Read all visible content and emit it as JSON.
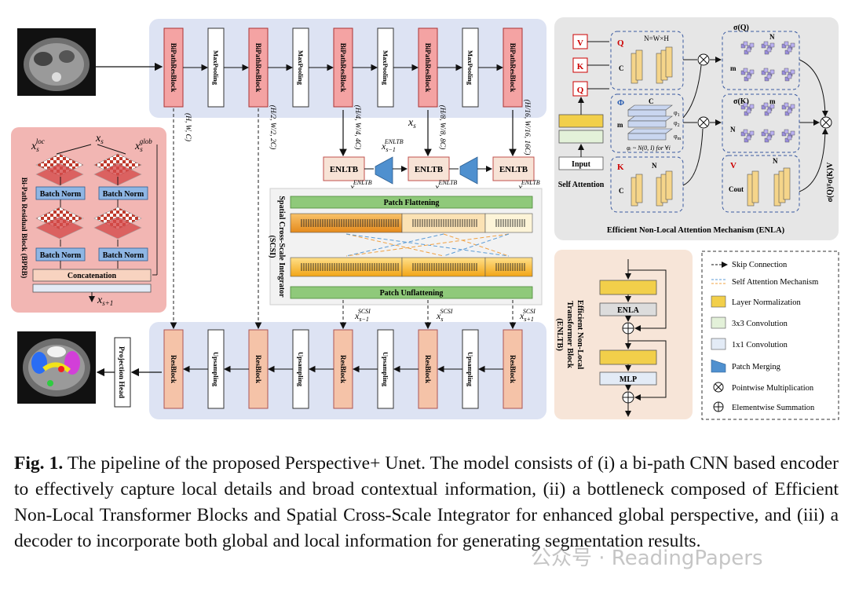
{
  "encoder": {
    "blocks": [
      "BiPathResBlock",
      "MaxPooling",
      "BiPathResBlock",
      "MaxPooling",
      "BiPathResBlock",
      "MaxPooling",
      "BiPathResBlock",
      "MaxPooling",
      "BiPathResBlock"
    ],
    "dims": [
      "(H, W, C)",
      "(H/2, W/2, 2C)",
      "(H/4, W/4, 4C)",
      "(H/8, W/8, 8C)",
      "(H/16, W/16, 16C)"
    ]
  },
  "decoder": {
    "blocks": [
      "ResBlock",
      "Upsampling",
      "ResBlock",
      "Upsampling",
      "ResBlock",
      "Upsampling",
      "ResBlock",
      "Upsampling",
      "ResBlock"
    ],
    "projection_head": "Projection Head",
    "scsi_labels": [
      "x_{s-1}^{SCSI}",
      "x_s^{SCSI}",
      "x_{s+1}^{SCSI}"
    ]
  },
  "bottleneck": {
    "enltb_label": "ENLTB",
    "enltb_inputs": [
      "x_{s-1}^{ENLTB}",
      "x_s^{ENLTB}",
      "x_{s+1}^{ENLTB}"
    ],
    "merge_label": "x_{s-1}^{ENLTB}",
    "xs": "x_s",
    "scsi_title_line1": "Spatial Cross-Scale Integrator",
    "scsi_title_line2": "(SCSI)",
    "patch_flattening": "Patch Flattening",
    "patch_unflattening": "Patch Unflattening"
  },
  "bprb": {
    "title": "Bi-Path Residual Block (BPRB)",
    "x_loc": "x_s^{loc}",
    "x_s": "x_s",
    "x_glob": "x_s^{glob}",
    "batch_norm": "Batch Norm",
    "concatenation": "Concatenation",
    "x_out": "x_{s+1}"
  },
  "enla": {
    "title": "Efficient Non-Local Attention Mechanism (ENLA)",
    "self_attention": "Self Attention",
    "input": "Input",
    "v": "V",
    "k": "K",
    "q": "Q",
    "q_label": "Q",
    "n_label": "N=W×H",
    "c_label": "C",
    "phi": "Φ",
    "m_label": "m",
    "phi_list": [
      "φ1",
      "φ2",
      "φm"
    ],
    "phi_eq": "φᵢ ~ N(0, I) for ∀i",
    "k_label": "K",
    "n2": "N",
    "v_label": "V",
    "cout": "Cout",
    "sigma_q": "σ(Q)",
    "sigma_k": "σ(K)",
    "out_eq": "σ(Q)ᵀσ(K)V"
  },
  "enltb": {
    "title_line1": "Efficient Non-Local",
    "title_line2": "Transformer Block",
    "title_line3": "(ENLTB)",
    "enla": "ENLA",
    "mlp": "MLP"
  },
  "legend": {
    "items": [
      "Skip Connection",
      "Self Attention Mechanism",
      "Layer Normalization",
      "3x3 Convolution",
      "1x1 Convolution",
      "Patch Merging",
      "Pointwise Multiplication",
      "Elementwise Summation"
    ]
  },
  "caption": {
    "lead": "Fig. 1.",
    "text": " The pipeline of the proposed Perspective+ Unet. The model consists of (i) a bi-path CNN based encoder to effectively capture local details and broad contextual information, (ii) a bottleneck composed of Efficient Non-Local Transformer Blocks and Spatial Cross-Scale Integrator for enhanced global perspective, and (iii) a decoder to incorporate both global and local information for generating segmentation results."
  },
  "watermark": "公众号 · ReadingPapers",
  "colors": {
    "panel_blue": "#dde3f3",
    "enc_block": "#f4a3a3",
    "dec_block": "#f5c3a8",
    "bprb_bg": "#f2b6b3",
    "enltb_bg": "#f7e5d8",
    "enla_bg": "#e6e6e6",
    "layer_norm": "#f2cf4a",
    "conv3": "#e3f1d9",
    "conv1": "#e3ebf6",
    "merge": "#5b9bd5",
    "orange": "#f0a040"
  }
}
